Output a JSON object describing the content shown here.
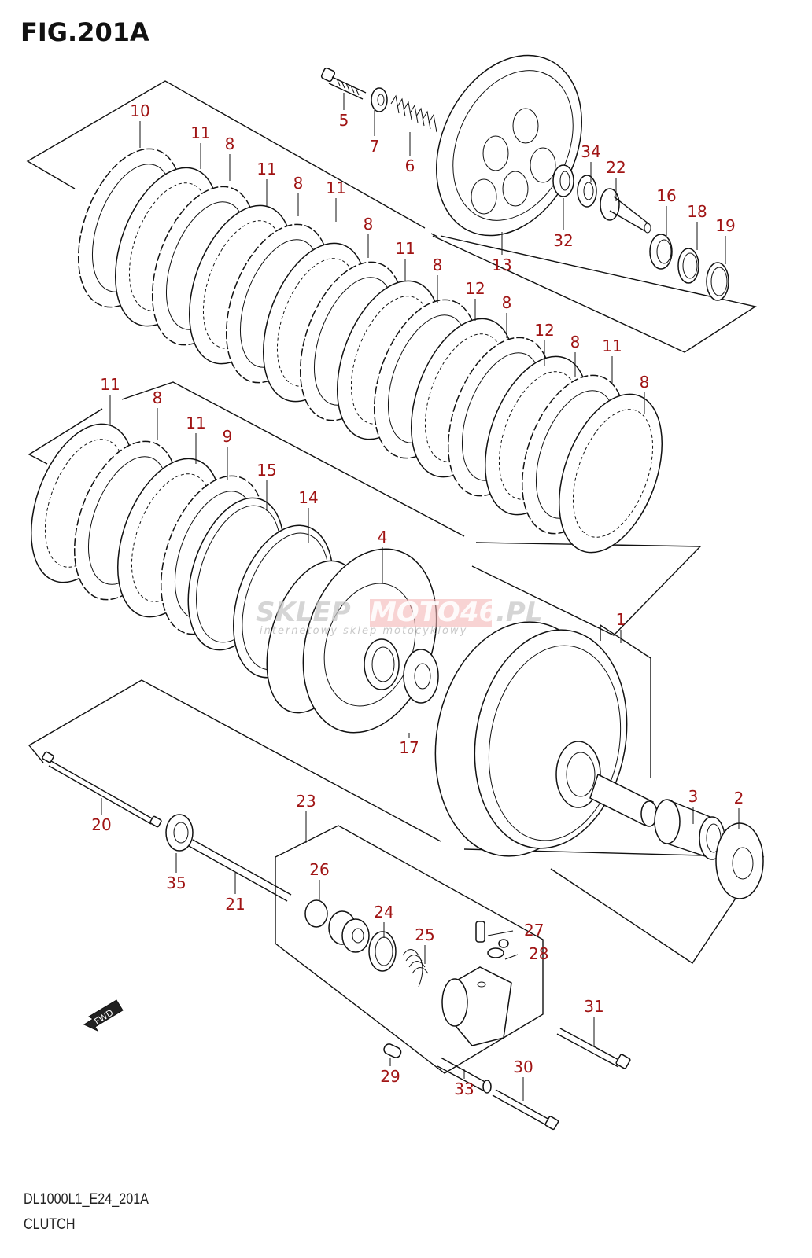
{
  "figure": {
    "title": "FIG.201A",
    "code": "DL1000L1_E24_201A",
    "name": "CLUTCH"
  },
  "watermark": {
    "brand_left": "SKLEP",
    "brand_mid": "MOTO46",
    "brand_right": ".PL",
    "tagline": "internetowy sklep motocyklowy"
  },
  "fwd_label": "FWD",
  "colors": {
    "callout": "#a01414",
    "line": "#111111",
    "watermark_red": "#f3b5b5",
    "watermark_gray": "#c8c8c8"
  },
  "callouts": [
    {
      "id": "c5",
      "label": "5"
    },
    {
      "id": "c7",
      "label": "7"
    },
    {
      "id": "c6",
      "label": "6"
    },
    {
      "id": "c13",
      "label": "13"
    },
    {
      "id": "c34",
      "label": "34"
    },
    {
      "id": "c22",
      "label": "22"
    },
    {
      "id": "c32",
      "label": "32"
    },
    {
      "id": "c16",
      "label": "16"
    },
    {
      "id": "c18",
      "label": "18"
    },
    {
      "id": "c19",
      "label": "19"
    },
    {
      "id": "c10",
      "label": "10"
    },
    {
      "id": "c11a",
      "label": "11"
    },
    {
      "id": "c8a",
      "label": "8"
    },
    {
      "id": "c11b",
      "label": "11"
    },
    {
      "id": "c8b",
      "label": "8"
    },
    {
      "id": "c11c",
      "label": "11"
    },
    {
      "id": "c8c",
      "label": "8"
    },
    {
      "id": "c11d",
      "label": "11"
    },
    {
      "id": "c8d",
      "label": "8"
    },
    {
      "id": "c12a",
      "label": "12"
    },
    {
      "id": "c8e",
      "label": "8"
    },
    {
      "id": "c12b",
      "label": "12"
    },
    {
      "id": "c8f",
      "label": "8"
    },
    {
      "id": "c11e",
      "label": "11"
    },
    {
      "id": "c8g",
      "label": "8"
    },
    {
      "id": "c11f",
      "label": "11"
    },
    {
      "id": "c8h",
      "label": "8"
    },
    {
      "id": "c11g",
      "label": "11"
    },
    {
      "id": "c9",
      "label": "9"
    },
    {
      "id": "c15",
      "label": "15"
    },
    {
      "id": "c14",
      "label": "14"
    },
    {
      "id": "c4",
      "label": "4"
    },
    {
      "id": "c1",
      "label": "1"
    },
    {
      "id": "c17",
      "label": "17"
    },
    {
      "id": "c3",
      "label": "3"
    },
    {
      "id": "c2",
      "label": "2"
    },
    {
      "id": "c20",
      "label": "20"
    },
    {
      "id": "c35",
      "label": "35"
    },
    {
      "id": "c21",
      "label": "21"
    },
    {
      "id": "c23",
      "label": "23"
    },
    {
      "id": "c26",
      "label": "26"
    },
    {
      "id": "c24",
      "label": "24"
    },
    {
      "id": "c25",
      "label": "25"
    },
    {
      "id": "c27",
      "label": "27"
    },
    {
      "id": "c28",
      "label": "28"
    },
    {
      "id": "c31",
      "label": "31"
    },
    {
      "id": "c29",
      "label": "29"
    },
    {
      "id": "c30",
      "label": "30"
    },
    {
      "id": "c33",
      "label": "33"
    }
  ]
}
